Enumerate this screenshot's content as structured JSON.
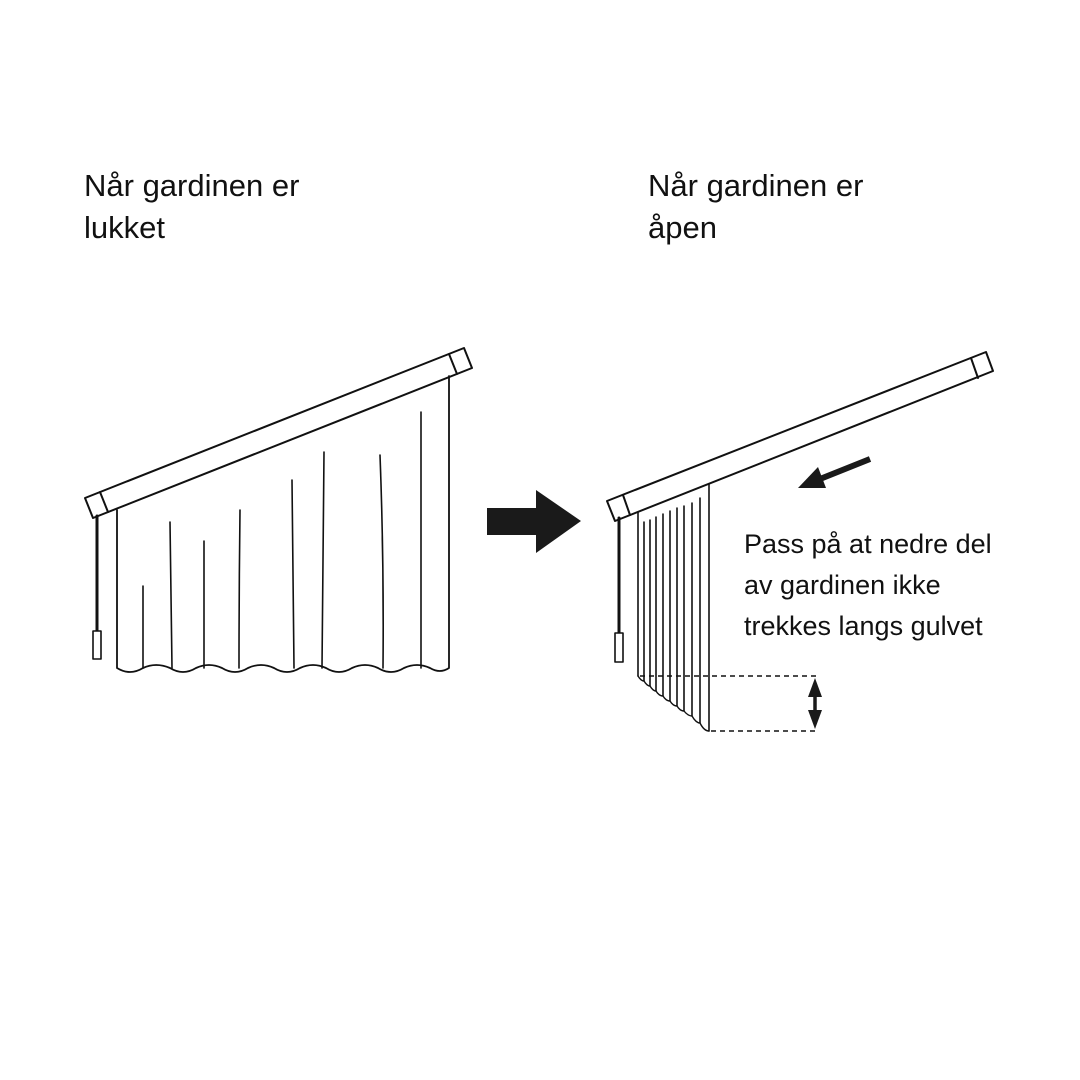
{
  "closed_label": {
    "line1": "Når gardinen er",
    "line2": "lukket"
  },
  "open_label": {
    "line1": "Når gardinen er",
    "line2": "åpen"
  },
  "warning_note": {
    "line1": "Pass på at nedre del",
    "line2": "av gardinen ikke",
    "line3": "trekkes langs gulvet"
  },
  "colors": {
    "line": "#111111",
    "arrow_fill": "#1a1a1a",
    "background": "#ffffff"
  },
  "icons": {
    "transition": "right-arrow-icon",
    "slide_direction": "left-arrow-icon",
    "gap": "double-arrow-icon"
  }
}
